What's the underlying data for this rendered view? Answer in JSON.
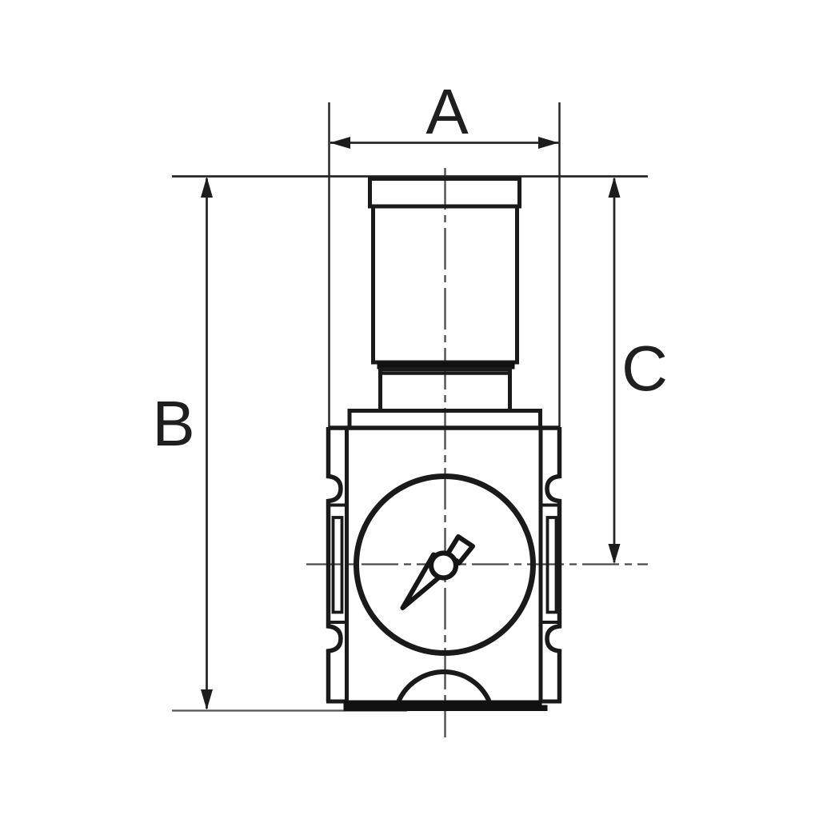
{
  "page": {
    "background": "#ffffff"
  },
  "drawing": {
    "kind": "technical-dimension-drawing",
    "subject": "pressure-regulator-with-gauge-front-view",
    "line_color": "#1a1a1a",
    "dimension_line_color": "#262626",
    "centerline_color": "#4a4a4a",
    "fill_accent": "#111111",
    "labels": {
      "a": "A",
      "b": "B",
      "c": "C"
    }
  }
}
